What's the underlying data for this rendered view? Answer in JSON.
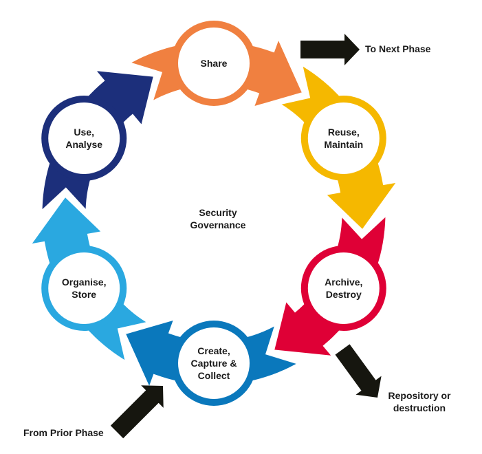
{
  "center_label": [
    "Security",
    "Governance"
  ],
  "nodes": [
    {
      "id": "share",
      "lines": [
        "Share"
      ],
      "color": "#F08040"
    },
    {
      "id": "reuse-maintain",
      "lines": [
        "Reuse,",
        "Maintain"
      ],
      "color": "#F5B800"
    },
    {
      "id": "archive-destroy",
      "lines": [
        "Archive,",
        "Destroy"
      ],
      "color": "#DF0036"
    },
    {
      "id": "create-capture-collect",
      "lines": [
        "Create,",
        "Capture &",
        "Collect"
      ],
      "color": "#0A78BC"
    },
    {
      "id": "organise-store",
      "lines": [
        "Organise,",
        "Store"
      ],
      "color": "#2AA8E0"
    },
    {
      "id": "use-analyse",
      "lines": [
        "Use,",
        "Analyse"
      ],
      "color": "#1C2F7B"
    }
  ],
  "external": {
    "to_next_phase": "To Next Phase",
    "repository": [
      "Repository or",
      "destruction"
    ],
    "from_prior_phase": "From Prior Phase",
    "arrow_color": "#16160F"
  }
}
